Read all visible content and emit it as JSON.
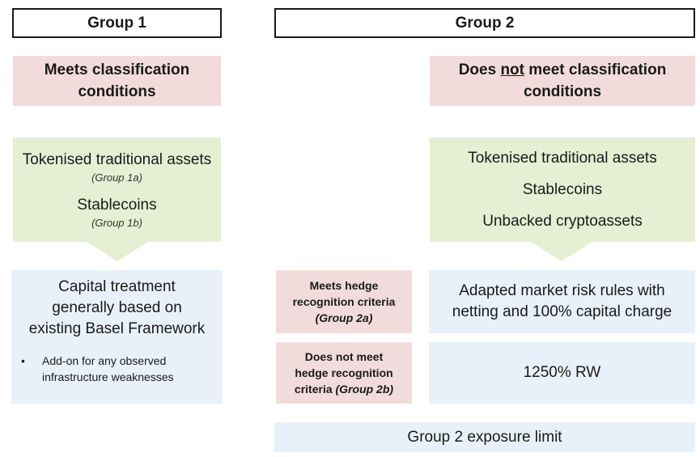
{
  "group1": {
    "header": "Group 1",
    "condition_line1": "Meets classification",
    "condition_line2": "conditions",
    "asset1": "Tokenised traditional assets",
    "asset1_sub": "(Group 1a)",
    "asset2": "Stablecoins",
    "asset2_sub": "(Group 1b)",
    "treatment_line1": "Capital treatment",
    "treatment_line2": "generally based on",
    "treatment_line3": "existing Basel Framework",
    "bullet": "•",
    "addon_line1": "Add-on for any observed",
    "addon_line2": "infrastructure weaknesses"
  },
  "group2": {
    "header": "Group 2",
    "condition_pre": "Does ",
    "condition_not": "not",
    "condition_post": " meet classification",
    "condition_line2": "conditions",
    "asset1": "Tokenised traditional assets",
    "asset2": "Stablecoins",
    "asset3": "Unbacked cryptoassets",
    "hedge_meets_line1": "Meets hedge",
    "hedge_meets_line2": "recognition criteria",
    "hedge_meets_sub": "(Group 2a)",
    "hedge_meets_treatment_line1": "Adapted market risk rules with",
    "hedge_meets_treatment_line2": "netting and 100% capital charge",
    "hedge_not_line1": "Does not meet",
    "hedge_not_line2": "hedge recognition",
    "hedge_not_line3": "criteria ",
    "hedge_not_sub": "(Group 2b)",
    "hedge_not_treatment": "1250% RW",
    "exposure_limit": "Group 2 exposure limit"
  },
  "colors": {
    "header_border": "#1a1a1a",
    "condition_fill": "#f2dcdb",
    "asset_fill": "#e6efd3",
    "treatment_fill": "#e8f1f9"
  }
}
